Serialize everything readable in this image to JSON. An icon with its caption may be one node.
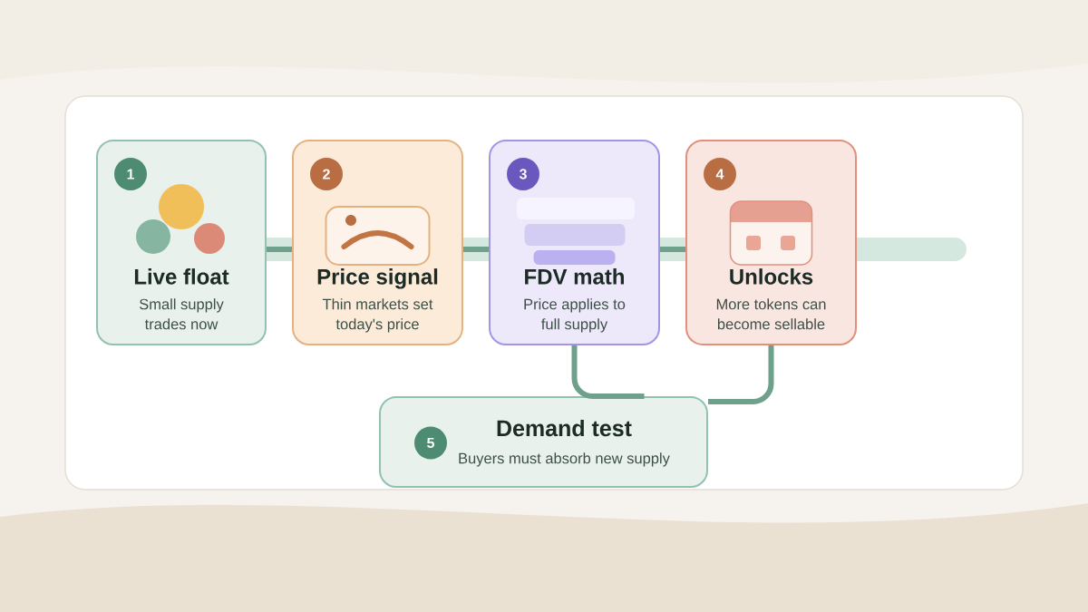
{
  "diagram": {
    "nodes": [
      {
        "text": [
          "1",
          "Live float",
          "Small supply trades now"
        ]
      },
      {
        "text": [
          "2",
          "Price signal",
          "Thin markets set today's price"
        ]
      },
      {
        "text": [
          "3",
          "FDV math",
          "Price applies to full supply"
        ]
      },
      {
        "text": [
          "4",
          "Unlocks",
          "More tokens can become sellable"
        ]
      },
      {
        "text": [
          "5",
          "Demand test",
          "Buyers must absorb new supply"
        ]
      }
    ],
    "edges": [
      {
        "from": 0,
        "to": 1,
        "arrow": "none"
      },
      {
        "from": 1,
        "to": 2,
        "arrow": "none"
      },
      {
        "from": 2,
        "to": 3,
        "arrow": "none"
      },
      {
        "from": 2,
        "to": 4,
        "arrow": "none"
      },
      {
        "from": 3,
        "to": 4,
        "arrow": "none"
      }
    ]
  }
}
